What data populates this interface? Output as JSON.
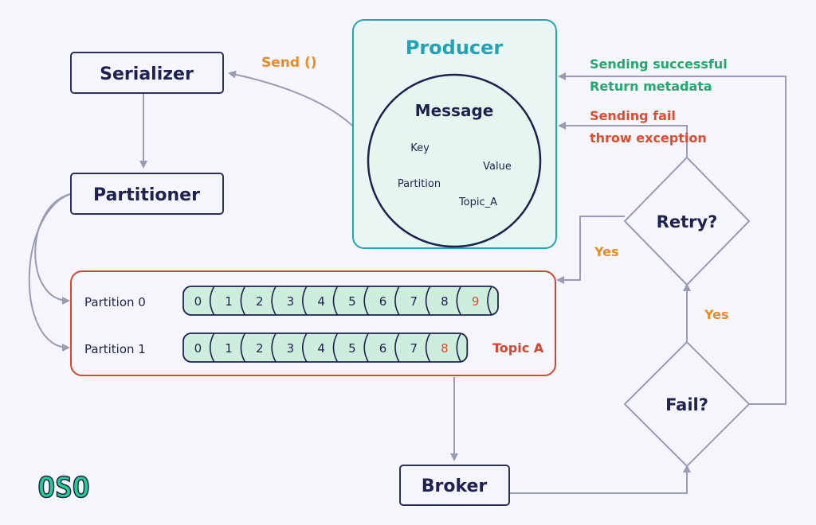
{
  "colors": {
    "background": "#f4f6fb",
    "box_border": "#2d2f5e",
    "arrow": "#9a9bb6",
    "producer_border": "#22a3b6",
    "producer_title": "#22a3b6",
    "message_fill": "#e4f6ee",
    "topic_border": "#d64532",
    "cell_fill": "#cdeedd",
    "cell_border": "#1f2150",
    "highlight": "#e04a2f",
    "green": "#23a86d",
    "orange": "#ee8a1f",
    "logo": "#1fd18e"
  },
  "producer": {
    "title": "Producer",
    "message": {
      "title": "Message",
      "fields": [
        "Key",
        "Value",
        "Partition",
        "Topic_A"
      ]
    }
  },
  "serializer": {
    "label": "Serializer"
  },
  "partitioner": {
    "label": "Partitioner"
  },
  "broker": {
    "label": "Broker"
  },
  "send_label": "Send ()",
  "success_label": [
    "Sending successful",
    "Return metadata"
  ],
  "fail_label": [
    "Sending fail",
    "throw exception"
  ],
  "retry_label": "Retry?",
  "fail_decision_label": "Fail?",
  "yes_label_1": "Yes",
  "yes_label_2": "Yes",
  "topic": {
    "label": "Topic A",
    "partitions": [
      {
        "label": "Partition 0",
        "cells": [
          "0",
          "1",
          "2",
          "3",
          "4",
          "5",
          "6",
          "7",
          "8",
          "9"
        ],
        "highlight": "9"
      },
      {
        "label": "Partition 1",
        "cells": [
          "0",
          "1",
          "2",
          "3",
          "4",
          "5",
          "6",
          "7",
          "8"
        ],
        "highlight": "8"
      }
    ]
  },
  "logo": {
    "text": "OSO"
  }
}
